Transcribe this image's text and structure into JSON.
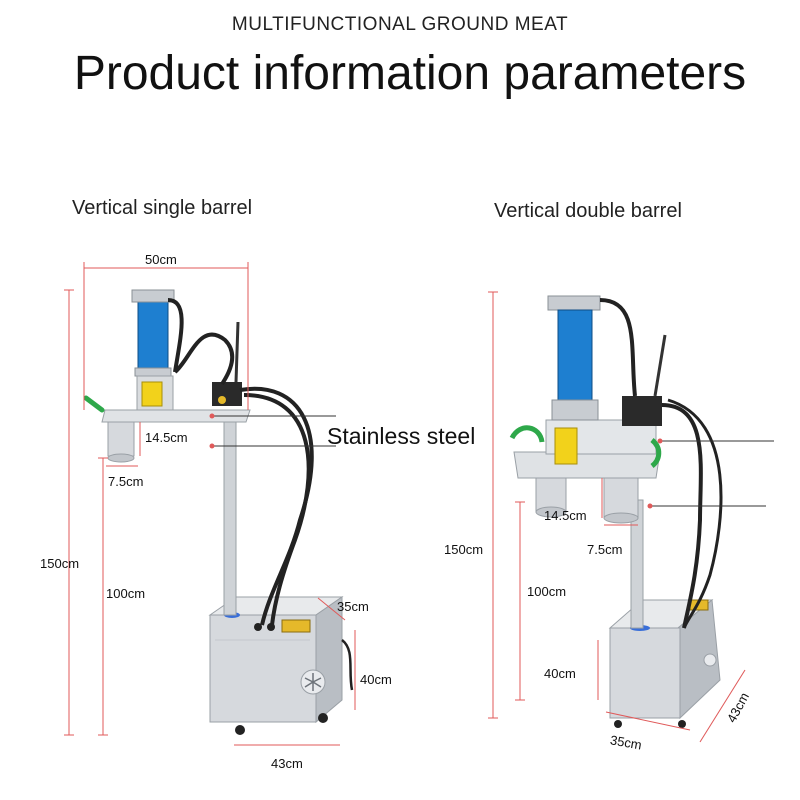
{
  "header": {
    "subtitle": "MULTIFUNCTIONAL GROUND MEAT",
    "title": "Product information parameters"
  },
  "left_machine": {
    "label": "Vertical single barrel",
    "dims": {
      "width": "50cm",
      "barrel_height": "14.5cm",
      "barrel_width": "7.5cm",
      "total_height": "150cm",
      "table_height": "100cm",
      "base_depth": "35cm",
      "base_height": "40cm",
      "base_width": "43cm"
    },
    "material_label": "Stainless steel"
  },
  "right_machine": {
    "label": "Vertical double barrel",
    "dims": {
      "barrel_height": "14.5cm",
      "barrel_width": "7.5cm",
      "total_height": "150cm",
      "table_height": "100cm",
      "base_height": "40cm",
      "base_depth": "35cm",
      "base_width": "43cm"
    }
  },
  "colors": {
    "dimension_line": "#e05a5a",
    "cylinder": "#1e7fd0",
    "steel": "#d6d9dd",
    "hose": "#222222",
    "warning_label": "#f2d21b",
    "handle": "#2ea84a"
  }
}
